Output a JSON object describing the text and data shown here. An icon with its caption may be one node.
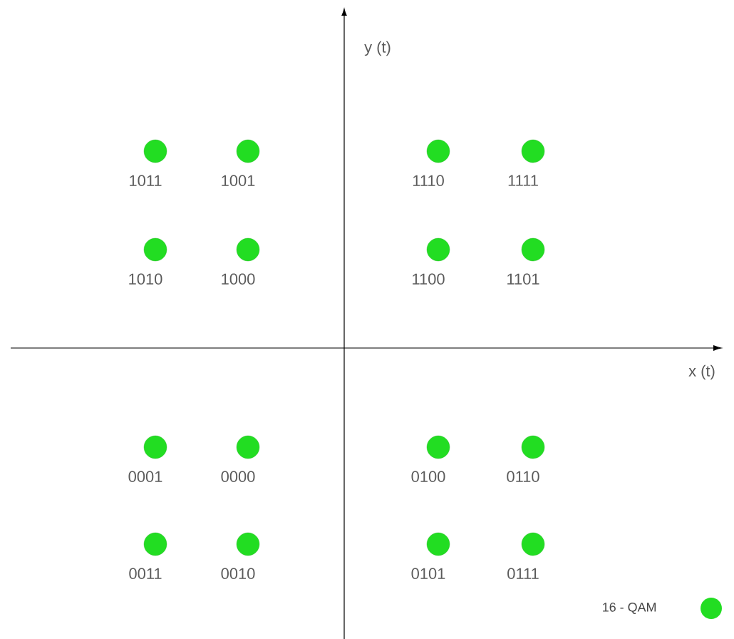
{
  "diagram": {
    "nodes": [
      {
        "text": [
          "1011"
        ]
      },
      {
        "text": [
          "1001"
        ]
      },
      {
        "text": [
          "1110"
        ]
      },
      {
        "text": [
          "1111"
        ]
      },
      {
        "text": [
          "1010"
        ]
      },
      {
        "text": [
          "1000"
        ]
      },
      {
        "text": [
          "1100"
        ]
      },
      {
        "text": [
          "1101"
        ]
      },
      {
        "text": [
          "0001"
        ]
      },
      {
        "text": [
          "0000"
        ]
      },
      {
        "text": [
          "0100"
        ]
      },
      {
        "text": [
          "0110"
        ]
      },
      {
        "text": [
          "0011"
        ]
      },
      {
        "text": [
          "0010"
        ]
      },
      {
        "text": [
          "0101"
        ]
      },
      {
        "text": [
          "0111"
        ]
      }
    ],
    "labels": [
      "y (t)",
      "x (t)"
    ],
    "legend": [
      {
        "text": "16 - QAM",
        "color": "#22dd22"
      }
    ]
  }
}
